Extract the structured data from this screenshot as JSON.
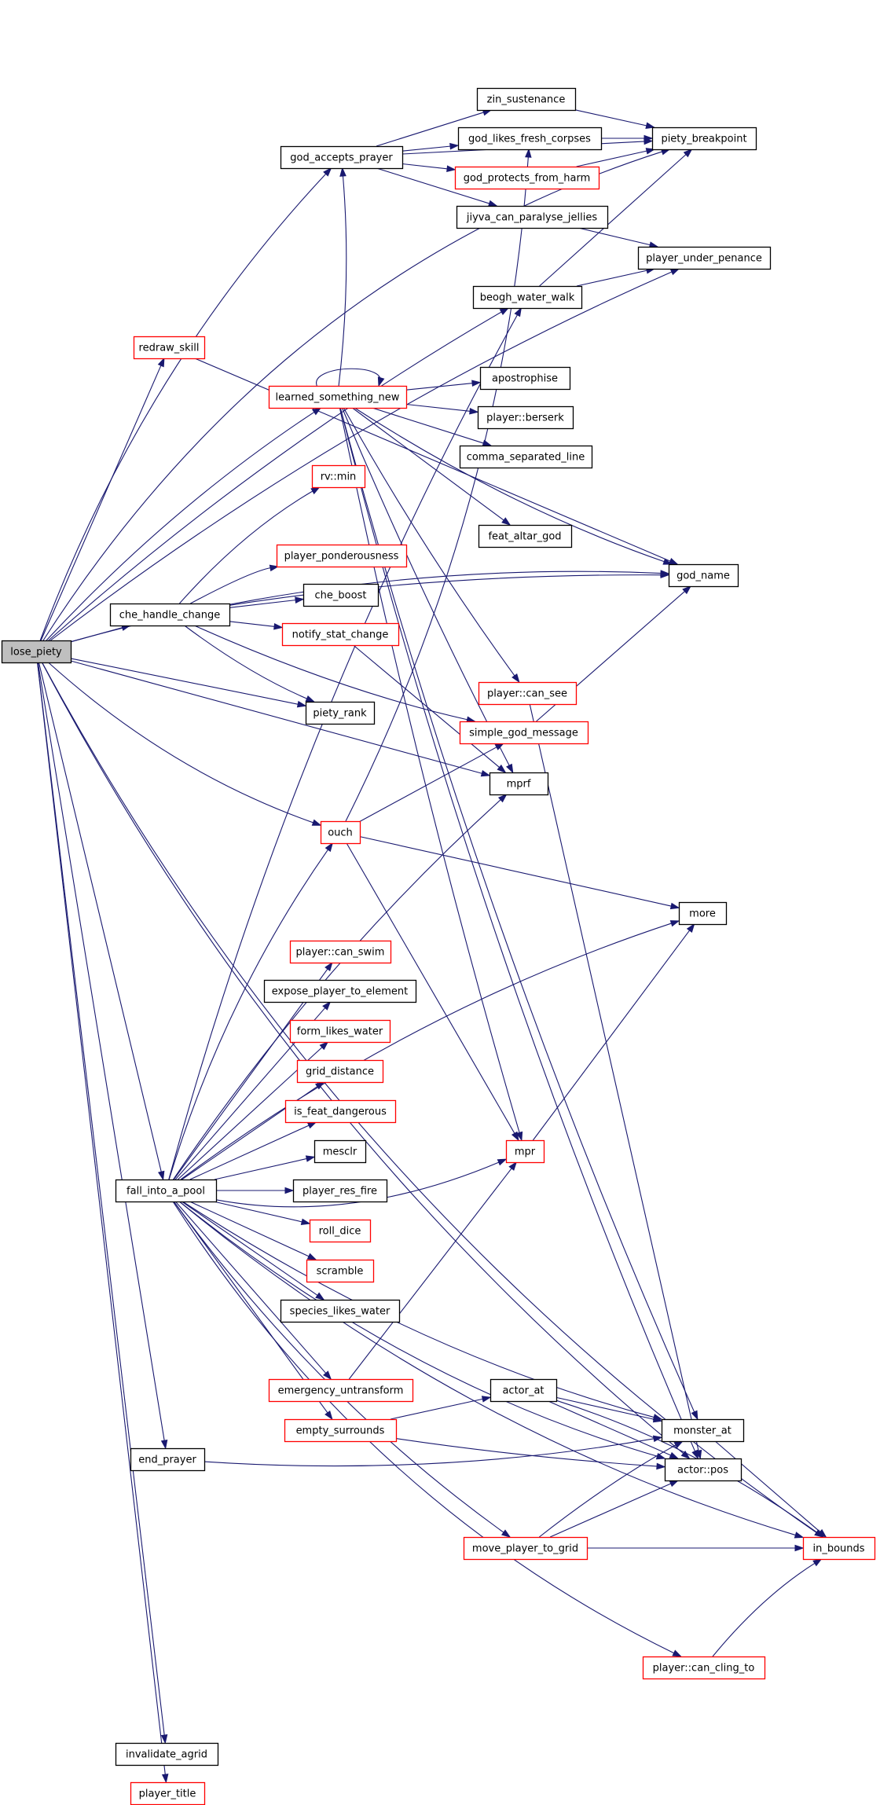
{
  "colors": {
    "edge": "#191970",
    "node_border": "#000000",
    "node_border_truncated": "#ff0000",
    "root_fill": "#bfbfbf",
    "node_fill": "#ffffff"
  },
  "nodes": [
    {
      "id": "lose_piety",
      "label": "lose_piety",
      "root": true
    },
    {
      "id": "god_accepts_prayer",
      "label": "god_accepts_prayer"
    },
    {
      "id": "zin_sustenance",
      "label": "zin_sustenance"
    },
    {
      "id": "god_likes_fresh_corpses",
      "label": "god_likes_fresh_corpses"
    },
    {
      "id": "god_protects_from_harm",
      "label": "god_protects_from_harm",
      "truncated": true
    },
    {
      "id": "jiyva_can_paralyse_jellies",
      "label": "jiyva_can_paralyse_jellies"
    },
    {
      "id": "piety_breakpoint",
      "label": "piety_breakpoint"
    },
    {
      "id": "player_under_penance",
      "label": "player_under_penance"
    },
    {
      "id": "beogh_water_walk",
      "label": "beogh_water_walk"
    },
    {
      "id": "redraw_skill",
      "label": "redraw_skill",
      "truncated": true
    },
    {
      "id": "learned_something_new",
      "label": "learned_something_new",
      "truncated": true
    },
    {
      "id": "apostrophise",
      "label": "apostrophise"
    },
    {
      "id": "player_berserk",
      "label": "player::berserk"
    },
    {
      "id": "comma_separated_line",
      "label": "comma_separated_line"
    },
    {
      "id": "rv_min",
      "label": "rv::min",
      "truncated": true
    },
    {
      "id": "feat_altar_god",
      "label": "feat_altar_god"
    },
    {
      "id": "player_ponderousness",
      "label": "player_ponderousness",
      "truncated": true
    },
    {
      "id": "god_name",
      "label": "god_name"
    },
    {
      "id": "che_handle_change",
      "label": "che_handle_change"
    },
    {
      "id": "che_boost",
      "label": "che_boost"
    },
    {
      "id": "notify_stat_change",
      "label": "notify_stat_change",
      "truncated": true
    },
    {
      "id": "player_can_see",
      "label": "player::can_see",
      "truncated": true
    },
    {
      "id": "piety_rank",
      "label": "piety_rank"
    },
    {
      "id": "simple_god_message",
      "label": "simple_god_message",
      "truncated": true
    },
    {
      "id": "mprf",
      "label": "mprf"
    },
    {
      "id": "ouch",
      "label": "ouch",
      "truncated": true
    },
    {
      "id": "more",
      "label": "more"
    },
    {
      "id": "player_can_swim",
      "label": "player::can_swim",
      "truncated": true
    },
    {
      "id": "expose_player_to_element",
      "label": "expose_player_to_element"
    },
    {
      "id": "form_likes_water",
      "label": "form_likes_water",
      "truncated": true
    },
    {
      "id": "grid_distance",
      "label": "grid_distance",
      "truncated": true
    },
    {
      "id": "is_feat_dangerous",
      "label": "is_feat_dangerous",
      "truncated": true
    },
    {
      "id": "mpr",
      "label": "mpr",
      "truncated": true
    },
    {
      "id": "mesclr",
      "label": "mesclr"
    },
    {
      "id": "fall_into_a_pool",
      "label": "fall_into_a_pool"
    },
    {
      "id": "player_res_fire",
      "label": "player_res_fire"
    },
    {
      "id": "roll_dice",
      "label": "roll_dice",
      "truncated": true
    },
    {
      "id": "scramble",
      "label": "scramble",
      "truncated": true
    },
    {
      "id": "species_likes_water",
      "label": "species_likes_water"
    },
    {
      "id": "emergency_untransform",
      "label": "emergency_untransform",
      "truncated": true
    },
    {
      "id": "actor_at",
      "label": "actor_at"
    },
    {
      "id": "empty_surrounds",
      "label": "empty_surrounds",
      "truncated": true
    },
    {
      "id": "monster_at",
      "label": "monster_at"
    },
    {
      "id": "end_prayer",
      "label": "end_prayer"
    },
    {
      "id": "actor_pos",
      "label": "actor::pos"
    },
    {
      "id": "move_player_to_grid",
      "label": "move_player_to_grid",
      "truncated": true
    },
    {
      "id": "in_bounds",
      "label": "in_bounds",
      "truncated": true
    },
    {
      "id": "player_can_cling_to",
      "label": "player::can_cling_to",
      "truncated": true
    },
    {
      "id": "invalidate_agrid",
      "label": "invalidate_agrid"
    },
    {
      "id": "player_title",
      "label": "player_title",
      "truncated": true
    }
  ],
  "edges": [
    [
      "lose_piety",
      "god_accepts_prayer"
    ],
    [
      "lose_piety",
      "piety_breakpoint"
    ],
    [
      "lose_piety",
      "player_under_penance"
    ],
    [
      "lose_piety",
      "beogh_water_walk"
    ],
    [
      "lose_piety",
      "redraw_skill"
    ],
    [
      "lose_piety",
      "learned_something_new"
    ],
    [
      "lose_piety",
      "god_name"
    ],
    [
      "lose_piety",
      "che_handle_change"
    ],
    [
      "lose_piety",
      "piety_rank"
    ],
    [
      "lose_piety",
      "mprf"
    ],
    [
      "lose_piety",
      "ouch"
    ],
    [
      "lose_piety",
      "fall_into_a_pool"
    ],
    [
      "lose_piety",
      "end_prayer"
    ],
    [
      "lose_piety",
      "actor_pos"
    ],
    [
      "lose_piety",
      "in_bounds"
    ],
    [
      "lose_piety",
      "invalidate_agrid"
    ],
    [
      "lose_piety",
      "player_title"
    ],
    [
      "god_accepts_prayer",
      "zin_sustenance"
    ],
    [
      "god_accepts_prayer",
      "god_likes_fresh_corpses"
    ],
    [
      "god_accepts_prayer",
      "god_protects_from_harm"
    ],
    [
      "god_accepts_prayer",
      "jiyva_can_paralyse_jellies"
    ],
    [
      "god_accepts_prayer",
      "piety_breakpoint"
    ],
    [
      "zin_sustenance",
      "piety_breakpoint"
    ],
    [
      "god_likes_fresh_corpses",
      "piety_breakpoint"
    ],
    [
      "god_protects_from_harm",
      "piety_breakpoint"
    ],
    [
      "jiyva_can_paralyse_jellies",
      "player_under_penance"
    ],
    [
      "beogh_water_walk",
      "piety_breakpoint"
    ],
    [
      "beogh_water_walk",
      "player_under_penance"
    ],
    [
      "redraw_skill",
      "god_name"
    ],
    [
      "learned_something_new",
      "learned_something_new"
    ],
    [
      "learned_something_new",
      "god_accepts_prayer"
    ],
    [
      "learned_something_new",
      "apostrophise"
    ],
    [
      "learned_something_new",
      "player_berserk"
    ],
    [
      "learned_something_new",
      "comma_separated_line"
    ],
    [
      "learned_something_new",
      "feat_altar_god"
    ],
    [
      "learned_something_new",
      "god_name"
    ],
    [
      "learned_something_new",
      "player_can_see"
    ],
    [
      "learned_something_new",
      "mprf"
    ],
    [
      "learned_something_new",
      "mpr"
    ],
    [
      "learned_something_new",
      "monster_at"
    ],
    [
      "learned_something_new",
      "actor_pos"
    ],
    [
      "che_handle_change",
      "rv_min"
    ],
    [
      "che_handle_change",
      "player_ponderousness"
    ],
    [
      "che_handle_change",
      "che_boost"
    ],
    [
      "che_handle_change",
      "notify_stat_change"
    ],
    [
      "che_handle_change",
      "piety_rank"
    ],
    [
      "che_handle_change",
      "god_name"
    ],
    [
      "che_handle_change",
      "simple_god_message"
    ],
    [
      "notify_stat_change",
      "mprf"
    ],
    [
      "player_can_see",
      "actor_pos"
    ],
    [
      "simple_god_message",
      "god_name"
    ],
    [
      "ouch",
      "god_likes_fresh_corpses"
    ],
    [
      "ouch",
      "simple_god_message"
    ],
    [
      "ouch",
      "more"
    ],
    [
      "ouch",
      "mpr"
    ],
    [
      "fall_into_a_pool",
      "beogh_water_walk"
    ],
    [
      "fall_into_a_pool",
      "mprf"
    ],
    [
      "fall_into_a_pool",
      "ouch"
    ],
    [
      "fall_into_a_pool",
      "more"
    ],
    [
      "fall_into_a_pool",
      "player_can_swim"
    ],
    [
      "fall_into_a_pool",
      "expose_player_to_element"
    ],
    [
      "fall_into_a_pool",
      "form_likes_water"
    ],
    [
      "fall_into_a_pool",
      "grid_distance"
    ],
    [
      "fall_into_a_pool",
      "is_feat_dangerous"
    ],
    [
      "fall_into_a_pool",
      "mesclr"
    ],
    [
      "fall_into_a_pool",
      "player_res_fire"
    ],
    [
      "fall_into_a_pool",
      "roll_dice"
    ],
    [
      "fall_into_a_pool",
      "scramble"
    ],
    [
      "fall_into_a_pool",
      "species_likes_water"
    ],
    [
      "fall_into_a_pool",
      "mpr"
    ],
    [
      "fall_into_a_pool",
      "emergency_untransform"
    ],
    [
      "fall_into_a_pool",
      "empty_surrounds"
    ],
    [
      "fall_into_a_pool",
      "monster_at"
    ],
    [
      "fall_into_a_pool",
      "actor_pos"
    ],
    [
      "fall_into_a_pool",
      "move_player_to_grid"
    ],
    [
      "fall_into_a_pool",
      "in_bounds"
    ],
    [
      "fall_into_a_pool",
      "player_can_cling_to"
    ],
    [
      "mpr",
      "more"
    ],
    [
      "emergency_untransform",
      "mpr"
    ],
    [
      "empty_surrounds",
      "actor_at"
    ],
    [
      "empty_surrounds",
      "actor_pos"
    ],
    [
      "actor_at",
      "monster_at"
    ],
    [
      "actor_at",
      "actor_pos"
    ],
    [
      "actor_at",
      "in_bounds"
    ],
    [
      "monster_at",
      "in_bounds"
    ],
    [
      "end_prayer",
      "monster_at"
    ],
    [
      "move_player_to_grid",
      "monster_at"
    ],
    [
      "move_player_to_grid",
      "actor_pos"
    ],
    [
      "move_player_to_grid",
      "in_bounds"
    ],
    [
      "player_can_cling_to",
      "in_bounds"
    ]
  ]
}
